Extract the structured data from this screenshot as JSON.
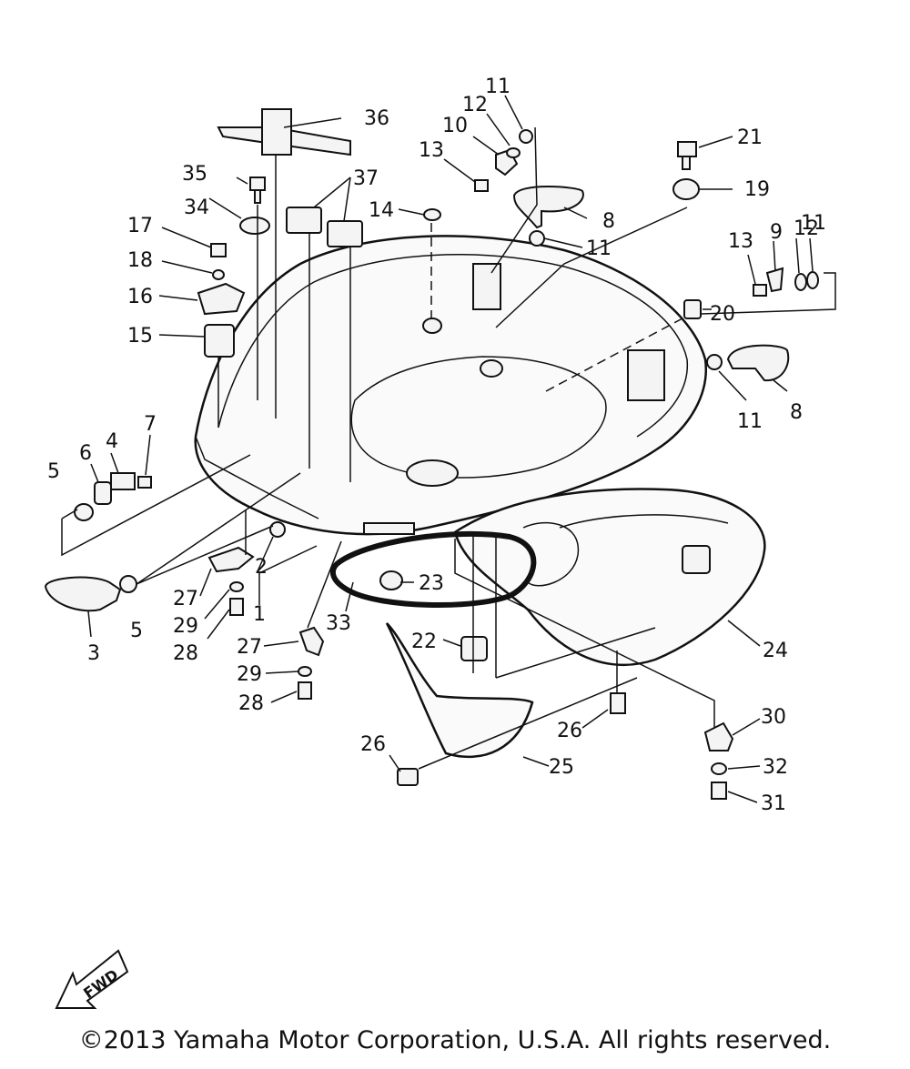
{
  "callouts": [
    "1",
    "2",
    "3",
    "4",
    "5",
    "5",
    "6",
    "7",
    "8",
    "8",
    "9",
    "10",
    "11",
    "11",
    "11",
    "11",
    "12",
    "12",
    "13",
    "13",
    "14",
    "15",
    "16",
    "17",
    "18",
    "19",
    "20",
    "21",
    "22",
    "23",
    "24",
    "25",
    "26",
    "26",
    "27",
    "27",
    "28",
    "28",
    "29",
    "29",
    "30",
    "31",
    "32",
    "33",
    "34",
    "35",
    "36",
    "37"
  ],
  "fwd_label": "FWD",
  "copyright": "©2013 Yamaha Motor Corporation, U.S.A. All rights reserved."
}
